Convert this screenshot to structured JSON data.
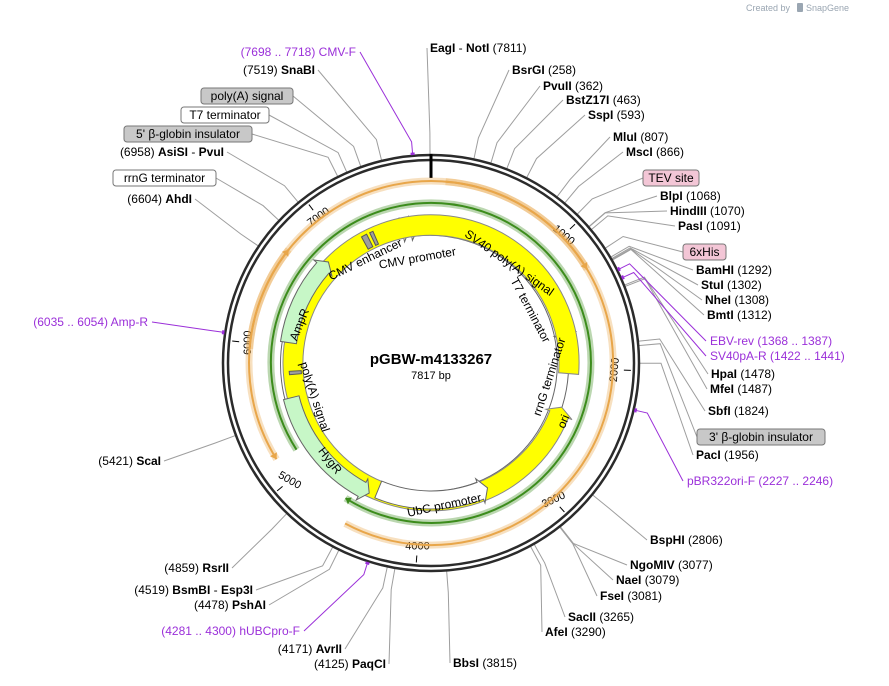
{
  "branding": {
    "created_by": "Created by",
    "brand": "SnapGene"
  },
  "plasmid": {
    "name": "pGBW-m4133267",
    "length_label": "7817 bp",
    "total_bp": 7817
  },
  "ticks": [
    {
      "bp": 1000,
      "label": "1000"
    },
    {
      "bp": 2000,
      "label": "2000"
    },
    {
      "bp": 3000,
      "label": "3000"
    },
    {
      "bp": 4000,
      "label": "4000"
    },
    {
      "bp": 5000,
      "label": "5000"
    },
    {
      "bp": 6000,
      "label": "6000"
    },
    {
      "bp": 7000,
      "label": "7000"
    }
  ],
  "enzymes_right": [
    {
      "bp": 7811,
      "name": "EagI",
      "name2": "NotI",
      "pos": "(7811)"
    },
    {
      "bp": 258,
      "name": "BsrGI",
      "pos": "(258)"
    },
    {
      "bp": 362,
      "name": "PvuII",
      "pos": "(362)"
    },
    {
      "bp": 463,
      "name": "BstZ17I",
      "pos": "(463)"
    },
    {
      "bp": 593,
      "name": "SspI",
      "pos": "(593)"
    },
    {
      "bp": 807,
      "name": "MluI",
      "pos": "(807)"
    },
    {
      "bp": 866,
      "name": "MscI",
      "pos": "(866)"
    },
    {
      "bp": 1068,
      "name": "BlpI",
      "pos": "(1068)"
    },
    {
      "bp": 1070,
      "name": "HindIII",
      "pos": "(1070)"
    },
    {
      "bp": 1091,
      "name": "PasI",
      "pos": "(1091)"
    },
    {
      "bp": 1292,
      "name": "BamHI",
      "pos": "(1292)"
    },
    {
      "bp": 1302,
      "name": "StuI",
      "pos": "(1302)"
    },
    {
      "bp": 1308,
      "name": "NheI",
      "pos": "(1308)"
    },
    {
      "bp": 1312,
      "name": "BmtI",
      "pos": "(1312)"
    },
    {
      "bp": 1478,
      "name": "HpaI",
      "pos": "(1478)"
    },
    {
      "bp": 1487,
      "name": "MfeI",
      "pos": "(1487)"
    },
    {
      "bp": 1824,
      "name": "SbfI",
      "pos": "(1824)"
    },
    {
      "bp": 1956,
      "name": "PacI",
      "pos": "(1956)"
    },
    {
      "bp": 2806,
      "name": "BspHI",
      "pos": "(2806)"
    },
    {
      "bp": 3077,
      "name": "NgoMIV",
      "pos": "(3077)"
    },
    {
      "bp": 3079,
      "name": "NaeI",
      "pos": "(3079)"
    },
    {
      "bp": 3081,
      "name": "FseI",
      "pos": "(3081)"
    },
    {
      "bp": 3265,
      "name": "SacII",
      "pos": "(3265)"
    },
    {
      "bp": 3290,
      "name": "AfeI",
      "pos": "(3290)"
    },
    {
      "bp": 3815,
      "name": "BbsI",
      "pos": "(3815)"
    }
  ],
  "enzymes_left": [
    {
      "bp": 7519,
      "name": "SnaBI",
      "pos": "(7519)"
    },
    {
      "bp": 6958,
      "name": "AsiSI",
      "name2": "PvuI",
      "pos": "(6958)"
    },
    {
      "bp": 6604,
      "name": "AhdI",
      "pos": "(6604)"
    },
    {
      "bp": 5421,
      "name": "ScaI",
      "pos": "(5421)"
    },
    {
      "bp": 4859,
      "name": "RsrII",
      "pos": "(4859)"
    },
    {
      "bp": 4519,
      "name": "BsmBI",
      "name2": "Esp3I",
      "pos": "(4519)"
    },
    {
      "bp": 4478,
      "name": "PshAI",
      "pos": "(4478)"
    },
    {
      "bp": 4171,
      "name": "AvrII",
      "pos": "(4171)"
    },
    {
      "bp": 4125,
      "name": "PaqCI",
      "pos": "(4125)"
    }
  ],
  "primers": [
    {
      "bp": 7708,
      "name": "CMV-F",
      "range": "(7698 .. 7718)"
    },
    {
      "bp": 1378,
      "name": "EBV-rev",
      "range": "(1368 .. 1387)"
    },
    {
      "bp": 1432,
      "name": "SV40pA-R",
      "range": "(1422 .. 1441)"
    },
    {
      "bp": 2237,
      "name": "pBR322ori-F",
      "range": "(2227 .. 2246)"
    },
    {
      "bp": 6045,
      "name": "Amp-R",
      "range": "(6035 .. 6054)"
    },
    {
      "bp": 4291,
      "name": "hUBCpro-F",
      "range": "(4281 .. 4300)"
    }
  ],
  "feature_labels_outside": [
    {
      "bp": 966,
      "text": "TEV site",
      "style": "pink"
    },
    {
      "bp": 1230,
      "text": "6xHis",
      "style": "pink"
    },
    {
      "bp": 1850,
      "text": "3' β-globin insulator",
      "style": "gray"
    },
    {
      "bp": 7390,
      "text": "poly(A) signal",
      "style": "gray"
    },
    {
      "bp": 7300,
      "text": "T7 terminator",
      "style": "white"
    },
    {
      "bp": 7240,
      "text": "5' β-globin insulator",
      "style": "gray"
    },
    {
      "bp": 6800,
      "text": "rrnG terminator",
      "style": "white"
    }
  ],
  "feature_labels_inside": {
    "cmv_enhancer": "CMV enhancer",
    "cmv_promoter": "CMV promoter",
    "sv40_polya": "SV40 poly(A) signal",
    "t7_terminator": "T7 terminator",
    "rrng_terminator": "rrnG terminator",
    "ori": "ori",
    "ubc_promoter": "UbC promoter",
    "hygr": "HygR",
    "polya_signal": "poly(A) signal",
    "ampr": "AmpR"
  },
  "colors": {
    "primer": "#9b30d9",
    "orf_orange": "#e8a64a",
    "orf_green": "#3c8c1c",
    "ori": "#ffff00",
    "resistance": "#c7f7c7",
    "pink_label": "#f3c6d6",
    "gray_label": "#c8c8c8"
  }
}
